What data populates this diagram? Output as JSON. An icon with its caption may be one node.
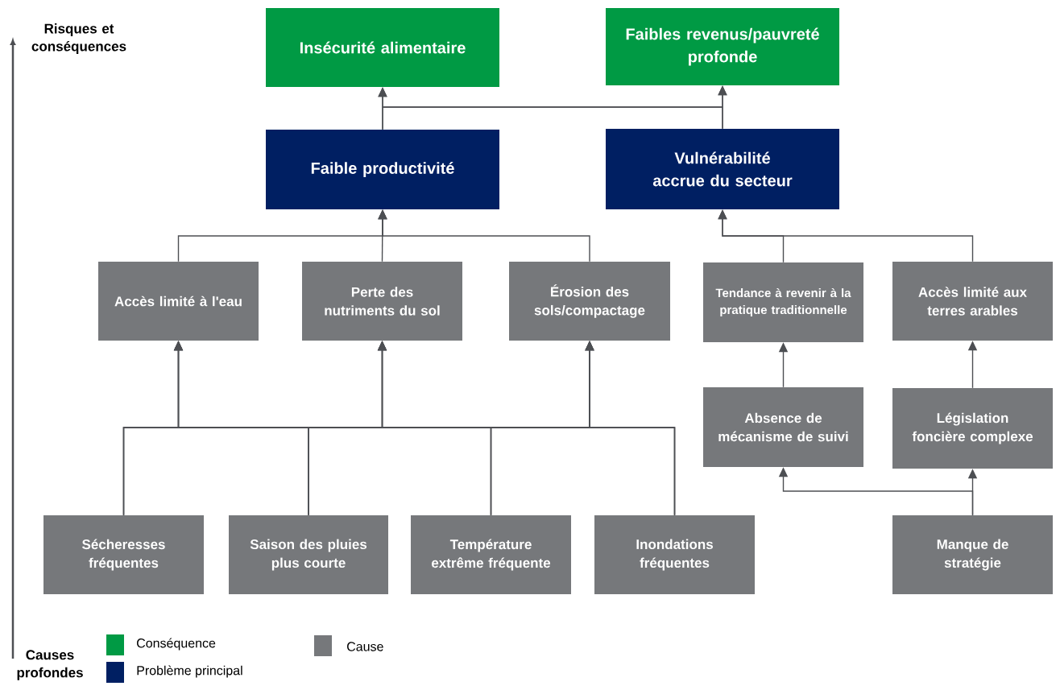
{
  "diagram": {
    "nodes": [
      {
        "text": [
          "Insécurité alimentaire"
        ]
      },
      {
        "text": [
          "Faibles revenus/pauvreté profonde"
        ]
      },
      {
        "text": [
          "Faible productivité"
        ]
      },
      {
        "text": [
          "Vulnérabilité accrue du secteur"
        ]
      },
      {
        "text": [
          "Accès limité à l'eau"
        ]
      },
      {
        "text": [
          "Perte des nutriments du sol"
        ]
      },
      {
        "text": [
          "Érosion des sols/compactage"
        ]
      },
      {
        "text": [
          "Tendance à revenir à la pratique traditionnelle"
        ]
      },
      {
        "text": [
          "Accès limité aux terres arables"
        ]
      },
      {
        "text": [
          "Absence de mécanisme de suivi"
        ]
      },
      {
        "text": [
          "Législation foncière complexe"
        ]
      },
      {
        "text": [
          "Sécheresses fréquentes"
        ]
      },
      {
        "text": [
          "Saison des pluies plus courte"
        ]
      },
      {
        "text": [
          "Température extrême fréquente"
        ]
      },
      {
        "text": [
          "Inondations fréquentes"
        ]
      },
      {
        "text": [
          "Manque de stratégie"
        ]
      }
    ],
    "edges": [
      {
        "from": 2,
        "to": 0,
        "arrow": "to"
      },
      {
        "from": 2,
        "to": 1,
        "arrow": "to"
      },
      {
        "from": 3,
        "to": 0,
        "arrow": "to"
      },
      {
        "from": 3,
        "to": 1,
        "arrow": "to"
      },
      {
        "from": 4,
        "to": 2,
        "arrow": "to"
      },
      {
        "from": 5,
        "to": 2,
        "arrow": "to"
      },
      {
        "from": 6,
        "to": 2,
        "arrow": "to"
      },
      {
        "from": 7,
        "to": 3,
        "arrow": "to"
      },
      {
        "from": 8,
        "to": 3,
        "arrow": "to"
      },
      {
        "from": 9,
        "to": 7,
        "arrow": "to"
      },
      {
        "from": 10,
        "to": 8,
        "arrow": "to"
      },
      {
        "from": 11,
        "to": 4,
        "arrow": "to"
      },
      {
        "from": 11,
        "to": 5,
        "arrow": "to"
      },
      {
        "from": 11,
        "to": 6,
        "arrow": "to"
      },
      {
        "from": 12,
        "to": 4,
        "arrow": "to"
      },
      {
        "from": 12,
        "to": 5,
        "arrow": "to"
      },
      {
        "from": 12,
        "to": 6,
        "arrow": "to"
      },
      {
        "from": 13,
        "to": 4,
        "arrow": "to"
      },
      {
        "from": 13,
        "to": 5,
        "arrow": "to"
      },
      {
        "from": 13,
        "to": 6,
        "arrow": "to"
      },
      {
        "from": 14,
        "to": 4,
        "arrow": "to"
      },
      {
        "from": 14,
        "to": 5,
        "arrow": "to"
      },
      {
        "from": 14,
        "to": 6,
        "arrow": "to"
      },
      {
        "from": 15,
        "to": 9,
        "arrow": "to"
      },
      {
        "from": 15,
        "to": 10,
        "arrow": "to"
      }
    ],
    "labels": [
      "Risques et conséquences",
      "Causes profondes"
    ],
    "legend": [
      {
        "text": "Conséquence",
        "color": "#009a44"
      },
      {
        "text": "Problème principal",
        "color": "#001f62"
      },
      {
        "text": "Cause",
        "color": "#76787b"
      }
    ]
  }
}
